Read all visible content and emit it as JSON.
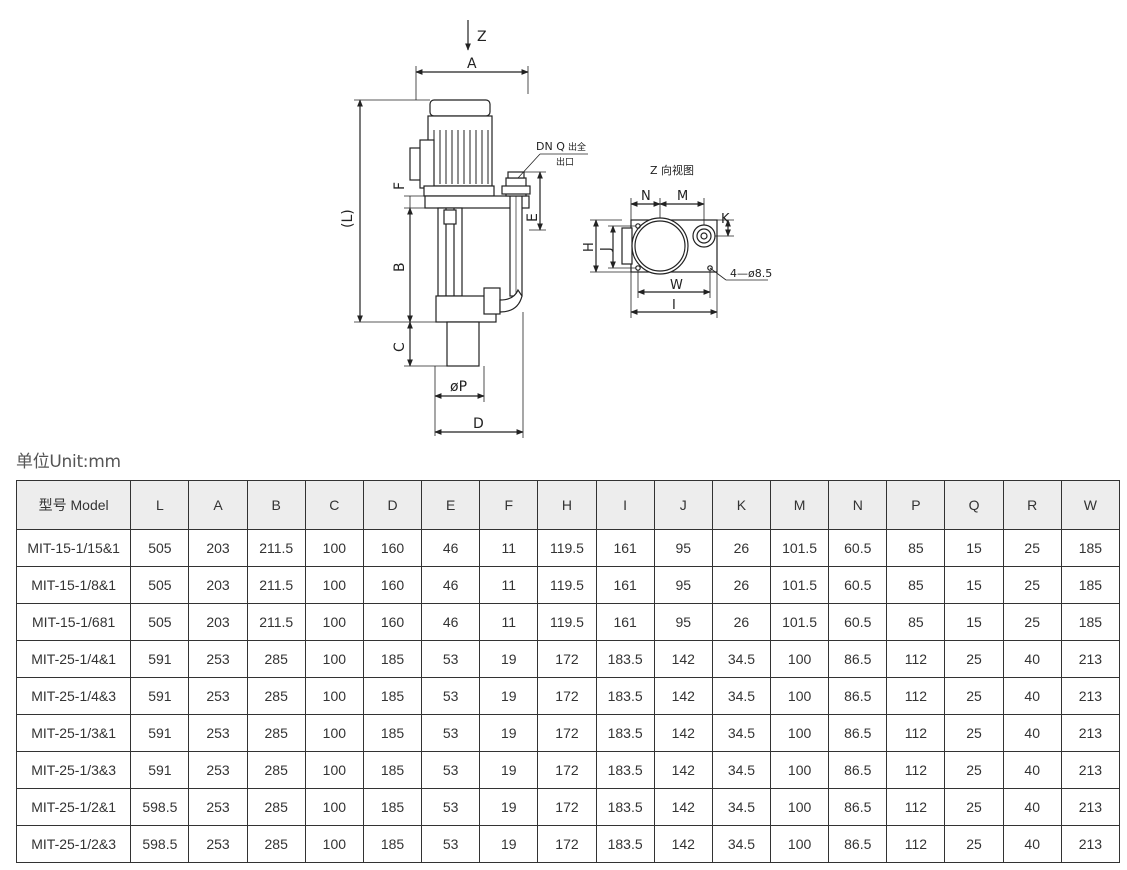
{
  "drawing": {
    "side_labels": {
      "z": "Z",
      "a": "A",
      "l": "(L)",
      "b": "B",
      "c": "C",
      "f": "F",
      "e": "E",
      "p": "øP",
      "d": "D",
      "dn": "DN Q",
      "outlet": "出口",
      "outlet_note": "出全"
    },
    "end_view": {
      "title": "Z 向视图",
      "n": "N",
      "m": "M",
      "k": "K",
      "h": "H",
      "j": "J",
      "w": "W",
      "i": "I",
      "holes": "4—ø8.5"
    }
  },
  "unit_label": "单位Unit:mm",
  "table": {
    "headers": [
      "型号 Model",
      "L",
      "A",
      "B",
      "C",
      "D",
      "E",
      "F",
      "H",
      "I",
      "J",
      "K",
      "M",
      "N",
      "P",
      "Q",
      "R",
      "W"
    ],
    "rows": [
      [
        "MIT-15-1/15&1",
        "505",
        "203",
        "211.5",
        "100",
        "160",
        "46",
        "11",
        "119.5",
        "161",
        "95",
        "26",
        "101.5",
        "60.5",
        "85",
        "15",
        "25",
        "185"
      ],
      [
        "MIT-15-1/8&1",
        "505",
        "203",
        "211.5",
        "100",
        "160",
        "46",
        "11",
        "119.5",
        "161",
        "95",
        "26",
        "101.5",
        "60.5",
        "85",
        "15",
        "25",
        "185"
      ],
      [
        "MIT-15-1/681",
        "505",
        "203",
        "211.5",
        "100",
        "160",
        "46",
        "11",
        "119.5",
        "161",
        "95",
        "26",
        "101.5",
        "60.5",
        "85",
        "15",
        "25",
        "185"
      ],
      [
        "MIT-25-1/4&1",
        "591",
        "253",
        "285",
        "100",
        "185",
        "53",
        "19",
        "172",
        "183.5",
        "142",
        "34.5",
        "100",
        "86.5",
        "112",
        "25",
        "40",
        "213"
      ],
      [
        "MIT-25-1/4&3",
        "591",
        "253",
        "285",
        "100",
        "185",
        "53",
        "19",
        "172",
        "183.5",
        "142",
        "34.5",
        "100",
        "86.5",
        "112",
        "25",
        "40",
        "213"
      ],
      [
        "MIT-25-1/3&1",
        "591",
        "253",
        "285",
        "100",
        "185",
        "53",
        "19",
        "172",
        "183.5",
        "142",
        "34.5",
        "100",
        "86.5",
        "112",
        "25",
        "40",
        "213"
      ],
      [
        "MIT-25-1/3&3",
        "591",
        "253",
        "285",
        "100",
        "185",
        "53",
        "19",
        "172",
        "183.5",
        "142",
        "34.5",
        "100",
        "86.5",
        "112",
        "25",
        "40",
        "213"
      ],
      [
        "MIT-25-1/2&1",
        "598.5",
        "253",
        "285",
        "100",
        "185",
        "53",
        "19",
        "172",
        "183.5",
        "142",
        "34.5",
        "100",
        "86.5",
        "112",
        "25",
        "40",
        "213"
      ],
      [
        "MIT-25-1/2&3",
        "598.5",
        "253",
        "285",
        "100",
        "185",
        "53",
        "19",
        "172",
        "183.5",
        "142",
        "34.5",
        "100",
        "86.5",
        "112",
        "25",
        "40",
        "213"
      ]
    ]
  }
}
